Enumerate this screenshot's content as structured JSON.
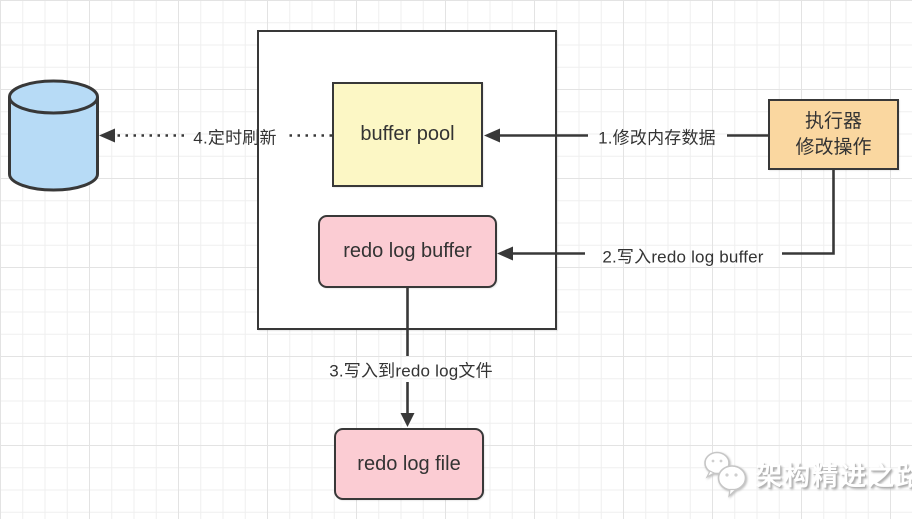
{
  "diagram": {
    "nodes": {
      "buffer_pool": {
        "label": "buffer pool"
      },
      "redo_log_buffer": {
        "label": "redo log buffer"
      },
      "redo_log_file": {
        "label": "redo log file"
      },
      "executor": {
        "label_line1": "执行器",
        "label_line2": "修改操作"
      },
      "database": {
        "icon": "database-cylinder-icon"
      }
    },
    "edges": {
      "step1": {
        "label": "1.修改内存数据"
      },
      "step2": {
        "label": "2.写入redo log buffer"
      },
      "step3": {
        "label": "3.写入到redo log文件"
      },
      "step4": {
        "label": "4.定时刷新"
      }
    }
  },
  "watermark": {
    "icon": "wechat-icon",
    "text": "架构精进之路"
  },
  "colors": {
    "outline": "#383838",
    "node_blue": "#b7dbf6",
    "node_yellow": "#fcf7c5",
    "node_pink": "#fbccd3",
    "node_orange": "#fad7a0",
    "grid_minor": "#efefef",
    "grid_major": "#e3e3e3",
    "label_text": "#333333",
    "watermark_text": "#ffffff"
  }
}
